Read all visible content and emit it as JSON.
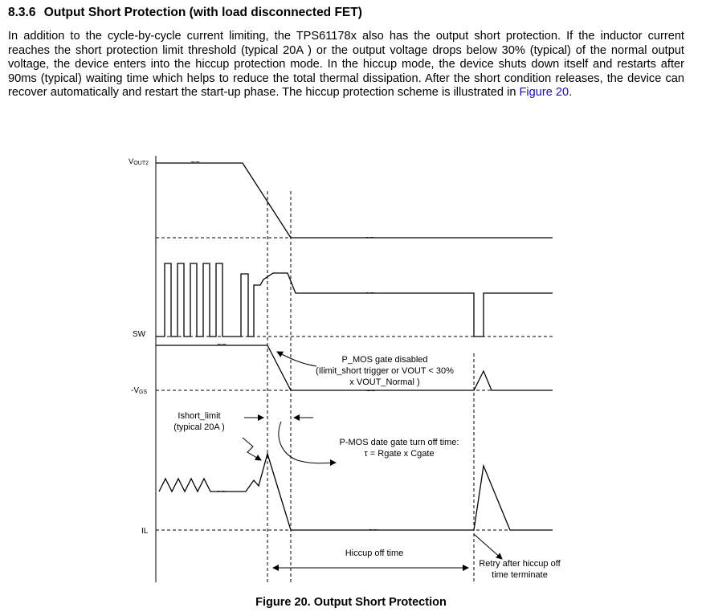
{
  "section": {
    "number": "8.3.6",
    "title": "Output Short Protection (with load disconnected FET)"
  },
  "paragraph": {
    "text": "In addition to the cycle-by-cycle current limiting, the TPS61178x also has the output short protection. If the inductor current reaches the short protection limit threshold (typical 20A ) or the output voltage drops below 30% (typical) of the normal output voltage, the device enters into the hiccup protection mode. In the hiccup mode, the device shuts down itself and restarts after 90ms (typical) waiting time which helps to reduce the total thermal dissipation. After the short condition releases, the device can recover automatically and restart the start-up phase. The hiccup protection scheme is illustrated in",
    "link_text": "Figure 20",
    "end": "."
  },
  "figure": {
    "signals": {
      "vout2_main": "V",
      "vout2_sub": "OUT2",
      "sw": "SW",
      "vgs_main": "-V",
      "vgs_sub": "GS",
      "il": "IL"
    },
    "annotations": {
      "pmos_disabled_1": "P_MOS gate disabled",
      "pmos_disabled_2": "(Ilimit_short trigger or VOUT < 30%",
      "pmos_disabled_3": "x VOUT_Normal )",
      "ishort_1": "Ishort_limit",
      "ishort_2": "(typical 20A )",
      "turnoff_1": "P-MOS date gate turn off time:",
      "turnoff_2": "τ = Rgate x Cgate",
      "hiccup": "Hiccup off time",
      "retry_1": "Retry after hiccup off",
      "retry_2": "time terminate"
    },
    "break_mark": "~~",
    "caption": "Figure 20.  Output Short Protection"
  }
}
